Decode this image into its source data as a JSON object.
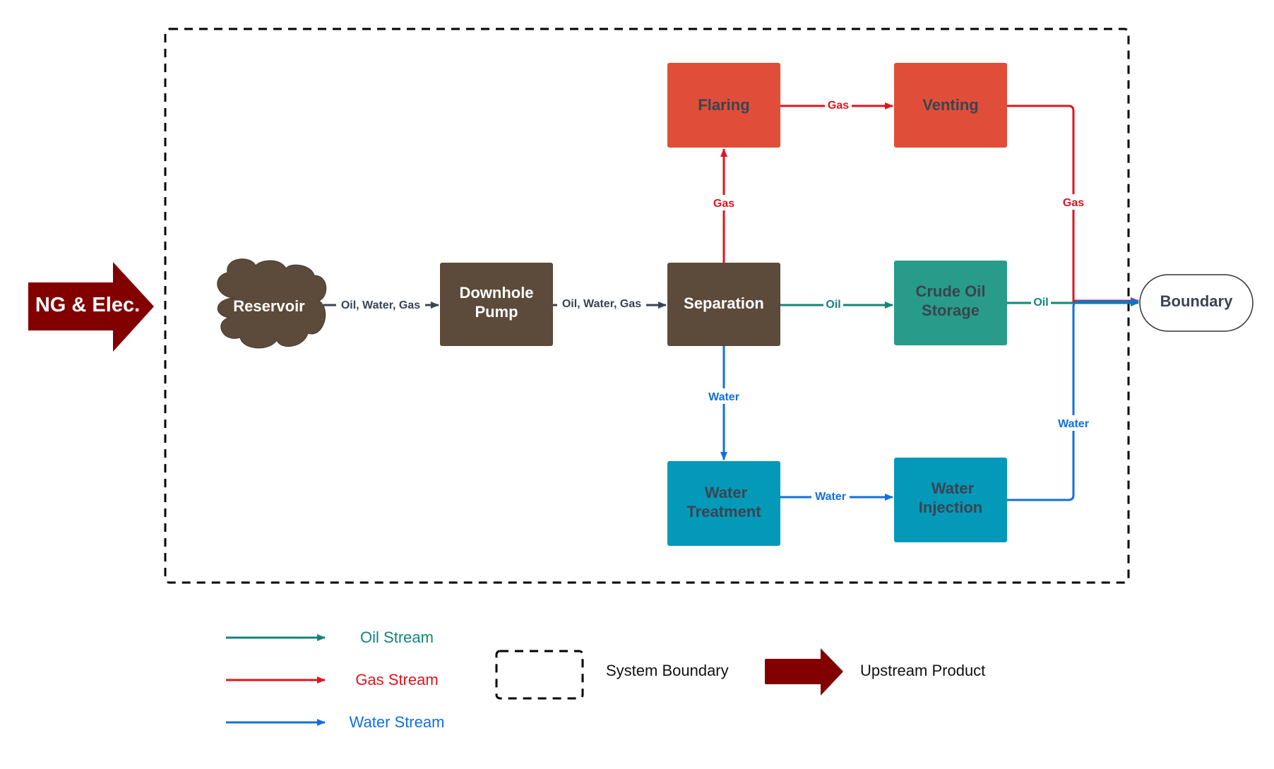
{
  "input": {
    "label": "NG & Elec.",
    "color": "#820000"
  },
  "nodes": {
    "reservoir": {
      "label": "Reservoir",
      "color": "#5c4a3a"
    },
    "pump": {
      "line1": "Downhole",
      "line2": "Pump",
      "color": "#5c4a3a"
    },
    "separation": {
      "label": "Separation",
      "color": "#5c4a3a"
    },
    "flaring": {
      "label": "Flaring",
      "color": "#e04e39"
    },
    "venting": {
      "label": "Venting",
      "color": "#e04e39"
    },
    "storage": {
      "line1": "Crude Oil",
      "line2": "Storage",
      "color": "#289b8a"
    },
    "treatment": {
      "line1": "Water",
      "line2": "Treatment",
      "color": "#0499b8"
    },
    "injection": {
      "line1": "Water",
      "line2": "Injection",
      "color": "#0499b8"
    },
    "boundary": {
      "label": "Boundary"
    }
  },
  "edge_labels": {
    "reservoir_to_pump": "Oil, Water, Gas",
    "pump_to_separation": "Oil, Water, Gas",
    "separation_to_flaring": "Gas",
    "flaring_to_venting": "Gas",
    "venting_to_boundary": "Gas",
    "separation_to_storage": "Oil",
    "storage_to_boundary": "Oil",
    "separation_to_treatment": "Water",
    "treatment_to_injection": "Water",
    "injection_to_boundary": "Water"
  },
  "colors": {
    "oil": "#128577",
    "gas": "#e0141e",
    "water": "#1070e0",
    "flow": "#3a4451",
    "text_dark": "#3a4451"
  },
  "legend": {
    "oil": "Oil Stream",
    "gas": "Gas Stream",
    "water": "Water Stream",
    "system_boundary": "System Boundary",
    "upstream_product": "Upstream Product"
  }
}
